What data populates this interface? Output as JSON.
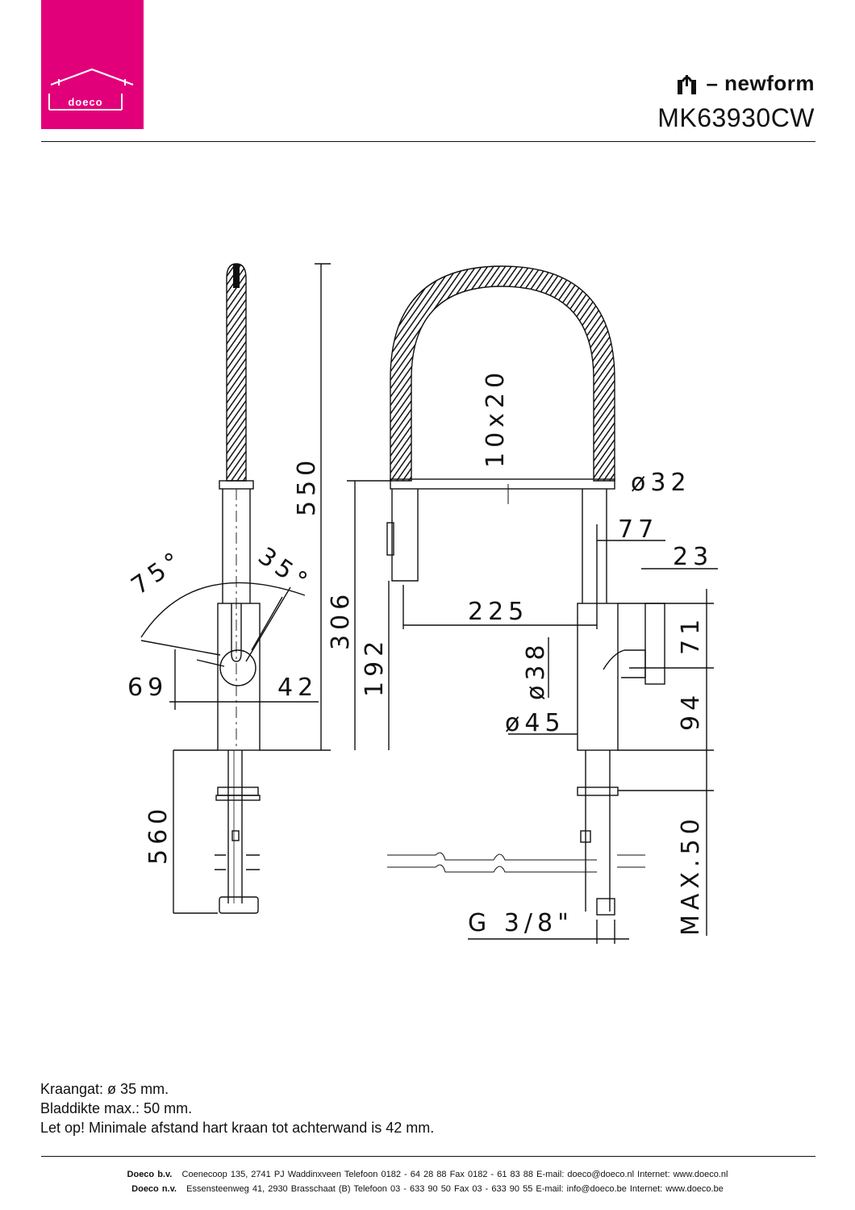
{
  "header": {
    "logo_text": "doeco",
    "brand": "– newform",
    "model": "MK63930CW"
  },
  "dimensions": {
    "height_total": "550",
    "angle_left": "75°",
    "angle_right": "35°",
    "offset_left": "69",
    "offset_right": "42",
    "height_306": "306",
    "height_192": "192",
    "hose": "10x20",
    "dia_32": "ø32",
    "spout_77": "77",
    "spout_23": "23",
    "reach_225": "225",
    "dia_38": "ø38",
    "dia_45": "ø45",
    "height_71": "71",
    "height_94": "94",
    "shank_560": "560",
    "max_50": "MAX.50",
    "thread": "G 3/8\""
  },
  "notes": [
    "Kraangat: ø 35 mm.",
    "Bladdikte max.: 50 mm.",
    "Let op! Minimale afstand hart kraan tot achterwand is 42 mm."
  ],
  "footer": {
    "line1_company": "Doeco b.v.",
    "line1_rest": "Coenecoop 135,   2741 PJ  Waddinxveen   Telefoon 0182 - 64 28 88   Fax 0182 - 61 83 88   E-mail: doeco@doeco.nl   Internet: www.doeco.nl",
    "line2_company": "Doeco n.v.",
    "line2_rest": "Essensteenweg 41, 2930  Brasschaat (B)   Telefoon 03 - 633 90 50   Fax 03 - 633 90 55   E-mail: info@doeco.be   Internet: www.doeco.be"
  }
}
